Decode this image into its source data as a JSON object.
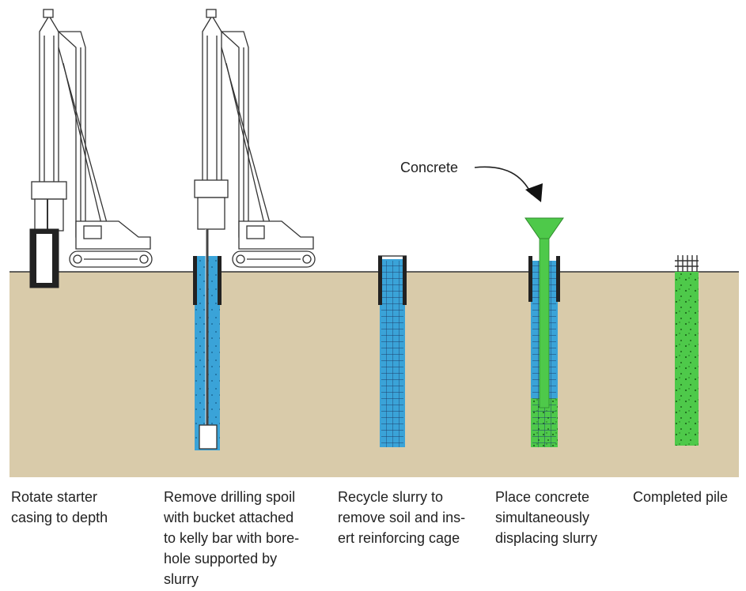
{
  "callout": {
    "concrete_label": "Concrete"
  },
  "steps": [
    {
      "caption": "Rotate starter\ncasing to depth"
    },
    {
      "caption": "Remove drilling spoil\nwith bucket attached\nto kelly bar with bore-\nhole supported by\nslurry"
    },
    {
      "caption": "Recycle slurry to\nremove soil and ins-\nert reinforcing cage"
    },
    {
      "caption": "Place concrete\nsimultaneously\ndisplacing slurry"
    },
    {
      "caption": "Completed pile"
    }
  ],
  "colors": {
    "ground": "#d9cbaa",
    "slurry": "#3aa3d8",
    "concrete": "#4ec94a",
    "reinforcing_cage": "#1f3f6a",
    "casing": "#222222"
  }
}
